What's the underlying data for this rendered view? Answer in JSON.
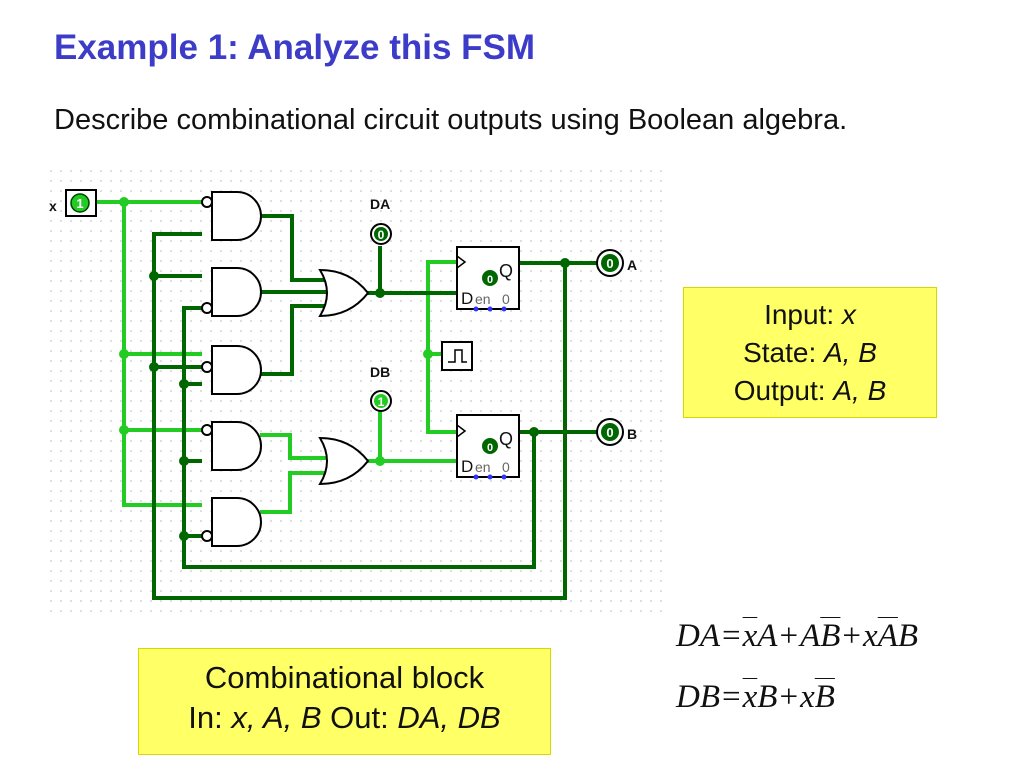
{
  "slide": {
    "title": "Example 1: Analyze this FSM",
    "subtitle": "Describe combinational circuit outputs using Boolean algebra."
  },
  "circuit": {
    "input_label": "x",
    "input_value": "1",
    "probe_da_label": "DA",
    "probe_da_value": "0",
    "probe_db_label": "DB",
    "probe_db_value": "1",
    "ff_a_q_value": "0",
    "ff_b_q_value": "0",
    "ff_q_label": "Q",
    "ff_d_label": "D",
    "ff_en_label": "en",
    "ff_zero_label": "0",
    "output_a_label": "A",
    "output_a_value": "0",
    "output_b_label": "B",
    "output_b_value": "0",
    "colors": {
      "wire_high": "#22cc22",
      "wire_low": "#006600",
      "gate": "#000000",
      "highlight": "#ffff66"
    }
  },
  "io_box": {
    "input_label": "Input: ",
    "input_var": "x",
    "state_label": "State: ",
    "state_vars": "A, B",
    "output_label": "Output: ",
    "output_vars": "A, B"
  },
  "comb_box": {
    "line1": "Combinational block",
    "in_label": "In: ",
    "in_vars": "x, A, B",
    "out_label": " Out: ",
    "out_vars": "DA, DB"
  },
  "equations": {
    "da_lhs": "DA",
    "eq": "=",
    "plus": "+",
    "da_t1a": "x",
    "da_t1b": "A",
    "da_t2a": "A",
    "da_t2b": "B",
    "da_t3a": "x",
    "da_t3b": "A",
    "da_t3c": "B",
    "db_lhs": "DB",
    "db_t1a": "x",
    "db_t1b": "B",
    "db_t2a": "x",
    "db_t2b": "B"
  }
}
